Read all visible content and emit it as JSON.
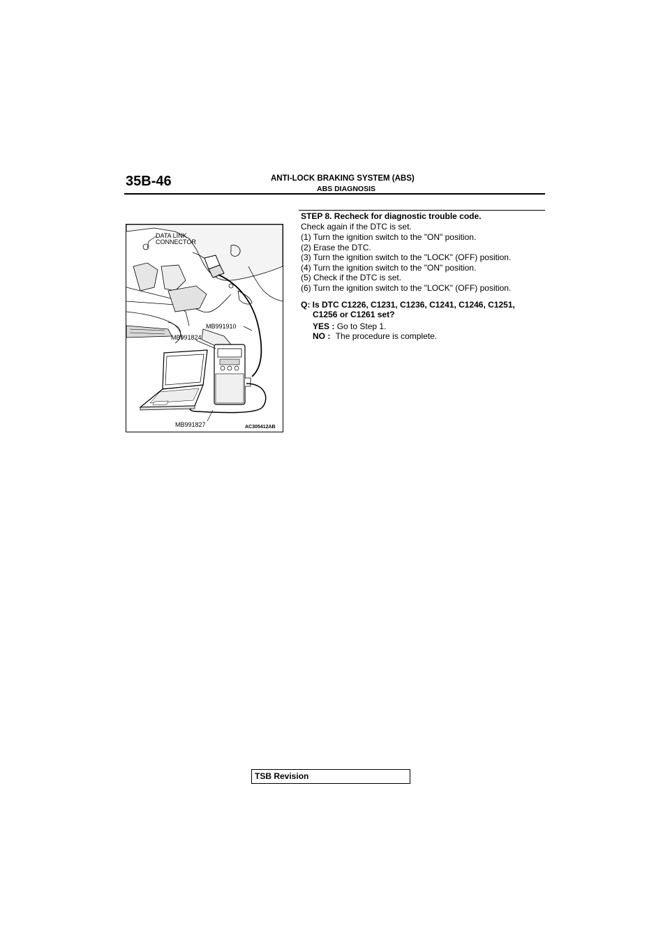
{
  "header": {
    "page_number": "35B-46",
    "title": "ANTI-LOCK BRAKING SYSTEM (ABS)",
    "subtitle": "ABS DIAGNOSIS"
  },
  "figure": {
    "labels": {
      "data_link_connector_1": "DATA LINK",
      "data_link_connector_2": "CONNECTOR",
      "mb991910": "MB991910",
      "mb991824": "MB991824",
      "mb991827": "MB991827",
      "figure_code": "AC305412AB"
    }
  },
  "step": {
    "title": "STEP 8. Recheck for diagnostic trouble code.",
    "intro": "Check again if the DTC is set.",
    "items": [
      "(1) Turn the ignition switch to the \"ON\" position.",
      "(2) Erase the DTC.",
      "(3) Turn the ignition switch to the \"LOCK\" (OFF) position.",
      "(4) Turn the ignition switch to the \"ON\" position.",
      "(5) Check if the DTC is set.",
      "(6) Turn the ignition switch to the \"LOCK\" (OFF) position."
    ],
    "question_line1": "Q: Is DTC C1226, C1231, C1236, C1241, C1246, C1251,",
    "question_line2": "C1256 or C1261 set?",
    "yes_label": "YES :",
    "yes_text": "Go to Step 1.",
    "no_label": "NO :",
    "no_text": "The procedure is complete."
  },
  "footer": {
    "label": "TSB Revision"
  }
}
